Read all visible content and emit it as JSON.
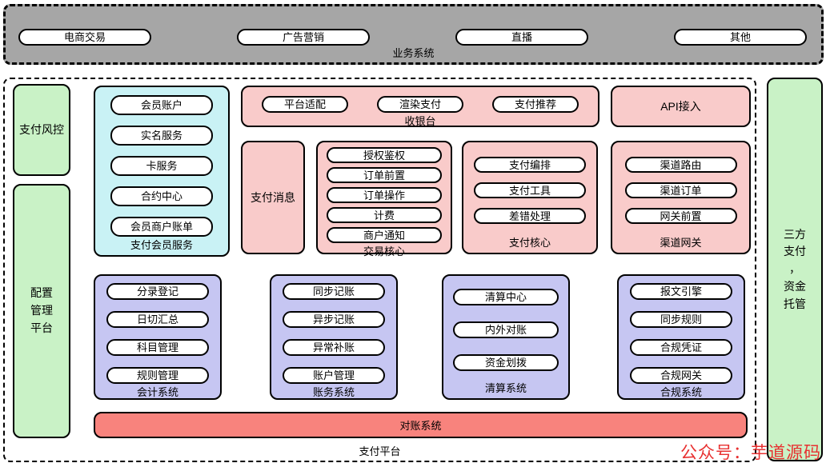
{
  "business_system": {
    "label": "业务系统",
    "items": [
      "电商交易",
      "广告营销",
      "直播",
      "其他"
    ]
  },
  "platform": {
    "label": "支付平台"
  },
  "risk_control": {
    "label": "支付风控"
  },
  "config_mgmt": {
    "label": "配置\n管理\n平台"
  },
  "member_service": {
    "label": "支付会员服务",
    "items": [
      "会员账户",
      "实名服务",
      "卡服务",
      "合约中心",
      "会员商户账单"
    ]
  },
  "cashier": {
    "label": "收银台",
    "items": [
      "平台适配",
      "渲染支付",
      "支付推荐"
    ]
  },
  "api_access": {
    "label": "API接入"
  },
  "pay_message": {
    "label": "支付消息"
  },
  "transaction_core": {
    "label": "交易核心",
    "items": [
      "授权鉴权",
      "订单前置",
      "订单操作",
      "计费",
      "商户通知"
    ]
  },
  "payment_core": {
    "label": "支付核心",
    "items": [
      "支付编排",
      "支付工具",
      "差错处理"
    ]
  },
  "channel_gateway": {
    "label": "渠道网关",
    "items": [
      "渠道路由",
      "渠道订单",
      "网关前置"
    ]
  },
  "accounting_system": {
    "label": "会计系统",
    "items": [
      "分录登记",
      "日切汇总",
      "科目管理",
      "规则管理"
    ]
  },
  "bookkeeping_system": {
    "label": "账务系统",
    "items": [
      "同步记账",
      "异步记账",
      "异常补账",
      "账户管理"
    ]
  },
  "clearing_system": {
    "label": "清算系统",
    "items": [
      "清算中心",
      "内外对账",
      "资金划拨"
    ]
  },
  "compliance_system": {
    "label": "合规系统",
    "items": [
      "报文引擎",
      "同步规则",
      "合规凭证",
      "合规网关"
    ]
  },
  "reconciliation_system": {
    "label": "对账系统"
  },
  "third_party": {
    "label": "三方\n支付\n，\n资金\n托管"
  },
  "watermark": {
    "text": "公众号：芋道源码"
  },
  "colors": {
    "business_bg": "#a6a6a6",
    "member_bg": "#c9f2f5",
    "module_bg": "#f9cbca",
    "subsystem_bg": "#c6c6f2",
    "side_bg": "#c9f2c6",
    "reconciliation_bg": "#f8837d",
    "watermark_red": "#e83030"
  }
}
